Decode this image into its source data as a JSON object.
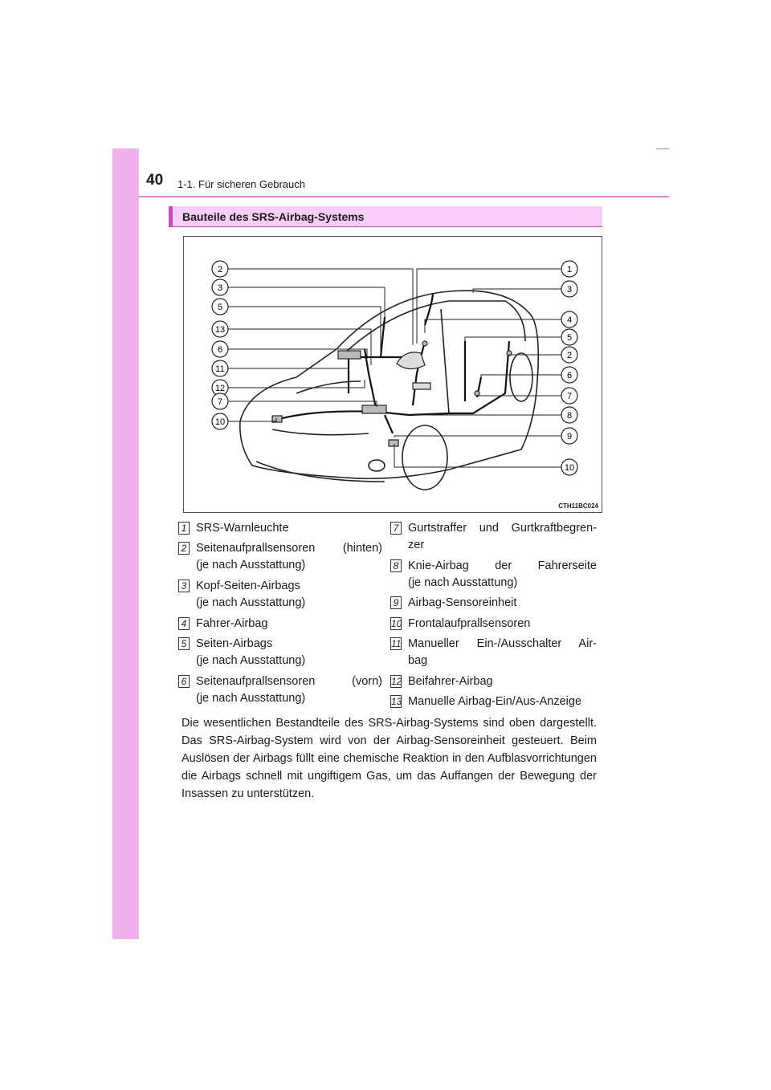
{
  "header": {
    "page_number": "40",
    "chapter": "1-1. Für sicheren Gebrauch"
  },
  "section": {
    "title": "Bauteile des SRS-Airbag-Systems"
  },
  "figure": {
    "code": "CTH11BC024",
    "callouts_left": [
      "2",
      "3",
      "5",
      "13",
      "6",
      "11",
      "12",
      "7",
      "10"
    ],
    "callouts_right": [
      "1",
      "3",
      "4",
      "5",
      "2",
      "6",
      "7",
      "8",
      "9",
      "10"
    ]
  },
  "legend": [
    {
      "num": "1",
      "lines": [
        "SRS-Warnleuchte"
      ]
    },
    {
      "num": "2",
      "lines": [
        "Seitenaufprallsensoren (hinten)",
        "(je nach Ausstattung)"
      ]
    },
    {
      "num": "3",
      "lines": [
        "Kopf-Seiten-Airbags",
        "(je nach Ausstattung)"
      ]
    },
    {
      "num": "4",
      "lines": [
        "Fahrer-Airbag"
      ]
    },
    {
      "num": "5",
      "lines": [
        "Seiten-Airbags",
        "(je nach Ausstattung)"
      ]
    },
    {
      "num": "6",
      "lines": [
        "Seitenaufprallsensoren (vorn)",
        "(je nach Ausstattung)"
      ]
    },
    {
      "num": "7",
      "lines": [
        "Gurtstraffer und Gurtkraftbegren-",
        "zer"
      ]
    },
    {
      "num": "8",
      "lines": [
        "Knie-Airbag der Fahrerseite",
        "(je nach Ausstattung)"
      ]
    },
    {
      "num": "9",
      "lines": [
        "Airbag-Sensoreinheit"
      ]
    },
    {
      "num": "10",
      "lines": [
        "Frontalaufprallsensoren"
      ]
    },
    {
      "num": "11",
      "lines": [
        "Manueller Ein-/Ausschalter Air-",
        "bag"
      ]
    },
    {
      "num": "12",
      "lines": [
        "Beifahrer-Airbag"
      ]
    },
    {
      "num": "13",
      "lines": [
        "Manuelle Airbag-Ein/Aus-Anzeige"
      ]
    }
  ],
  "paragraph": "Die wesentlichen Bestandteile des SRS-Airbag-Systems sind oben darge­stellt. Das SRS-Airbag-System wird von der Airbag-Sensoreinheit gesteuert. Beim Auslösen der Airbags füllt eine chemische Reaktion in den Aufblasvor­richtungen die Airbags schnell mit ungiftigem Gas, um das Auffangen der Bewegung der Insassen zu unterstützen."
}
